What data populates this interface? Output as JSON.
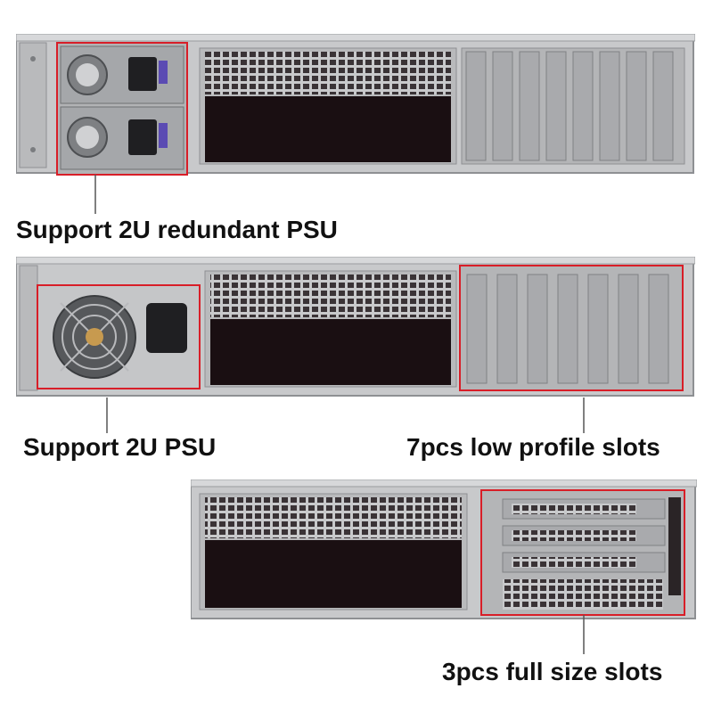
{
  "captions": {
    "redundant_psu": "Support 2U redundant PSU",
    "single_psu": "Support 2U PSU",
    "low_profile": "7pcs low profile slots",
    "full_size": "3pcs full size slots"
  },
  "colors": {
    "chassis": "#c8c9cb",
    "chassis_dark": "#8e9093",
    "vent_opening": "#1a0f12",
    "highlight": "#d81e28",
    "slot_cover": "#b9babc"
  },
  "counts": {
    "low_profile_slots": 7,
    "full_size_slots": 3,
    "redundant_psu_modules": 2
  }
}
